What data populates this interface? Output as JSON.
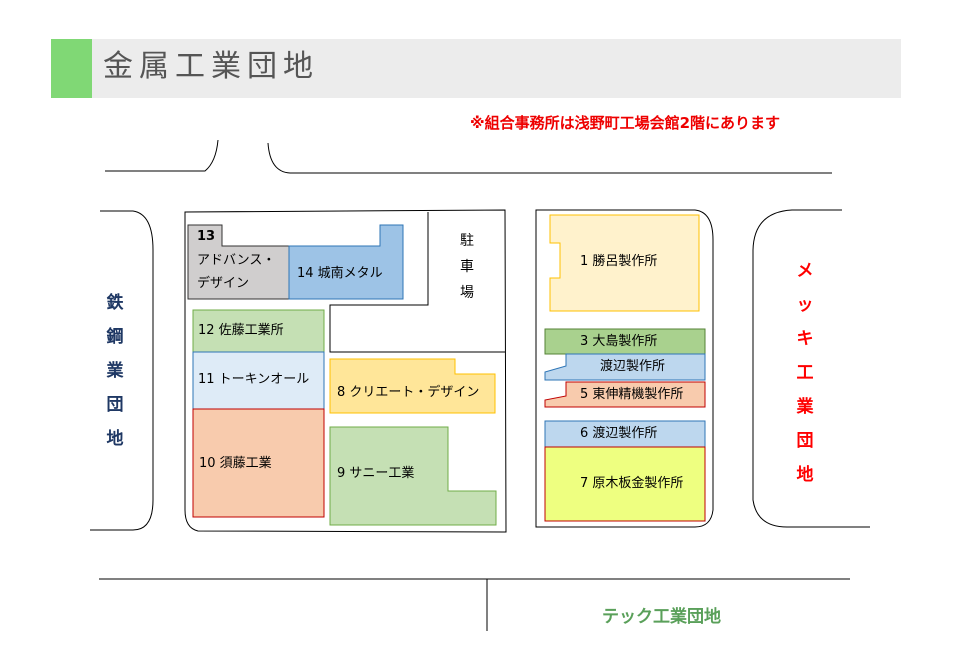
{
  "title": "金属工業団地",
  "note": "※組合事務所は浅野町工場会館2階にあります",
  "areas": {
    "left": "鉄鋼業団地",
    "right": "メッキ工業団地",
    "bottom": "テック工業団地",
    "parking": "駐車場"
  },
  "plots": {
    "p13_num": "13",
    "p13_name_1": "アドバンス・",
    "p13_name_2": "デザイン",
    "p14": "14 城南メタル",
    "p12": "12 佐藤工業所",
    "p11": "11 トーキンオール",
    "p10": "10 須藤工業",
    "p8": "8 クリエート・デザイン",
    "p9": "9 サニー工業",
    "p1": "1 勝呂製作所",
    "p3": "3 大島製作所",
    "p3b": "渡辺製作所",
    "p5": "5 東伸精機製作所",
    "p6": "6 渡辺製作所",
    "p7": "7 原木板金製作所"
  },
  "colors": {
    "accent": "#80d875",
    "note": "#ee0000",
    "left_area": "#1f3864",
    "right_area": "#ff0000",
    "bottom_area": "#5aa05a"
  }
}
